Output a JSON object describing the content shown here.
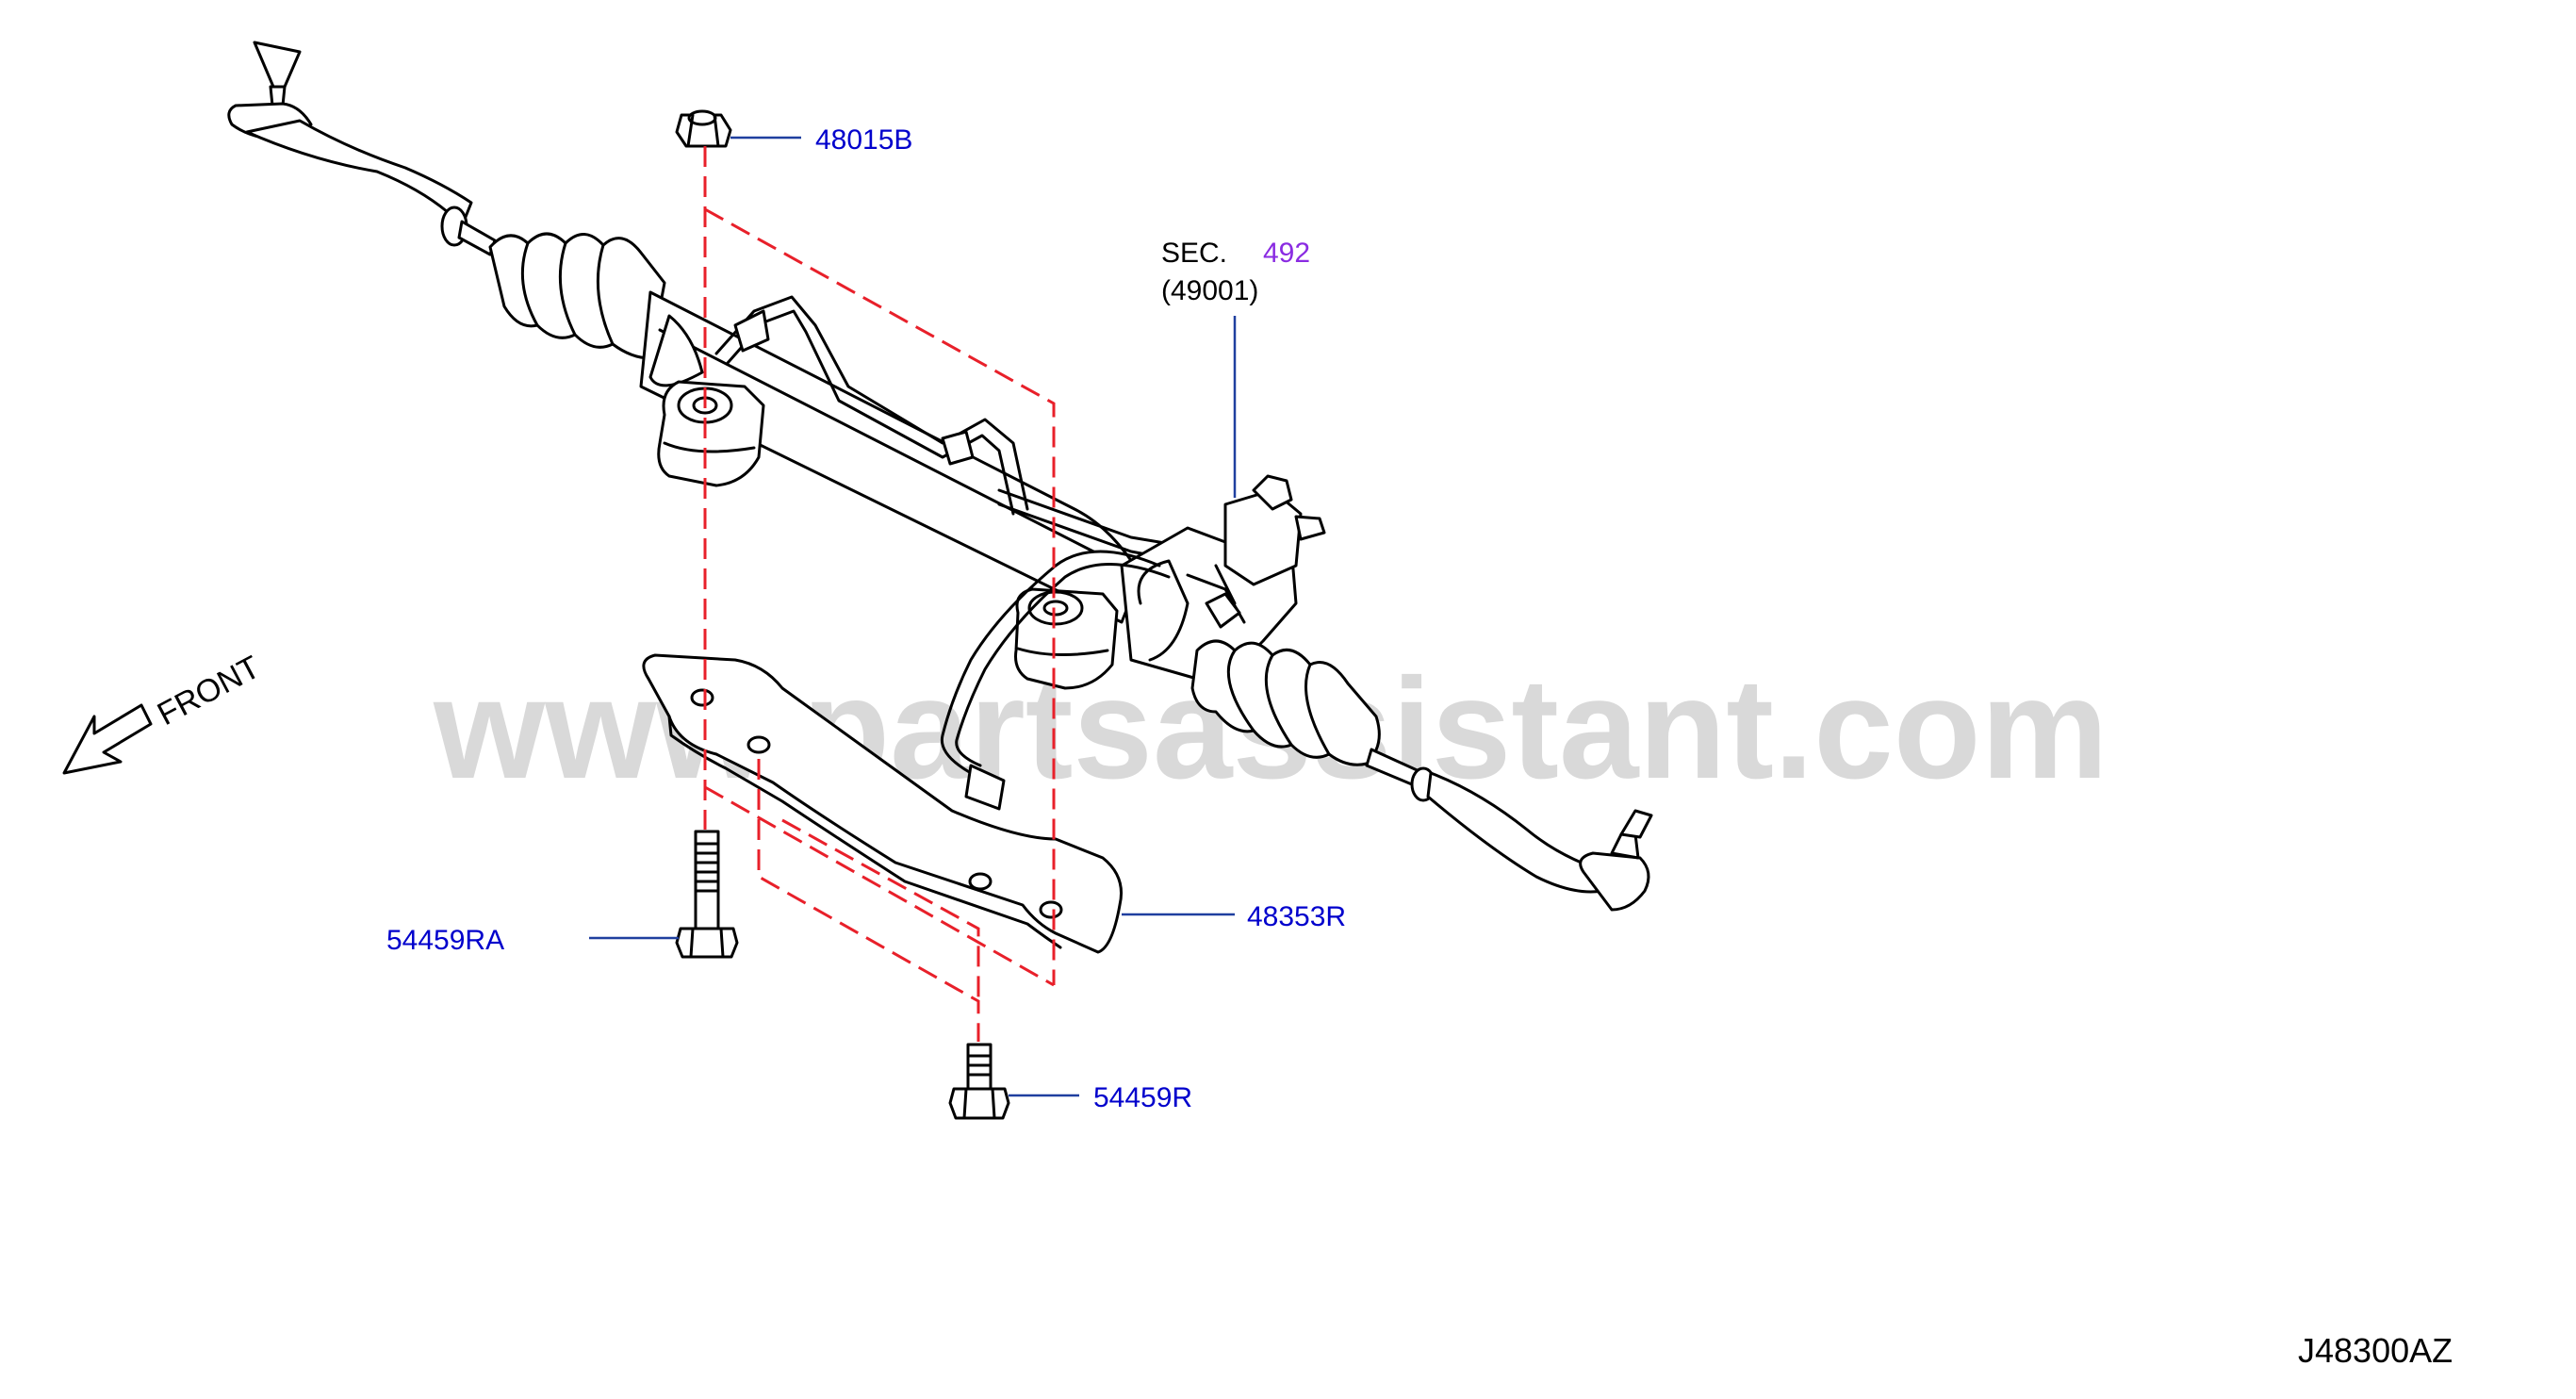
{
  "parts": [
    {
      "id": "p1",
      "number": "48015B",
      "name": "nut"
    },
    {
      "id": "p2",
      "number": "48353R",
      "name": "bracket"
    },
    {
      "id": "p3",
      "number": "54459RA",
      "name": "bolt-long"
    },
    {
      "id": "p4",
      "number": "54459R",
      "name": "bolt-short"
    }
  ],
  "section_ref": {
    "prefix": "SEC.",
    "section": "492",
    "subnumber": "(49001)"
  },
  "direction_label": "FRONT",
  "watermark": "www.partsassistant.com",
  "drawing_code": "J48300AZ",
  "colors": {
    "part_label": "#0000cc",
    "section_link": "#8a2be2",
    "leader": "#1f3f9f",
    "dashed_guide": "#e8202a",
    "watermark": "#d9d9d9",
    "line_art": "#000000"
  }
}
